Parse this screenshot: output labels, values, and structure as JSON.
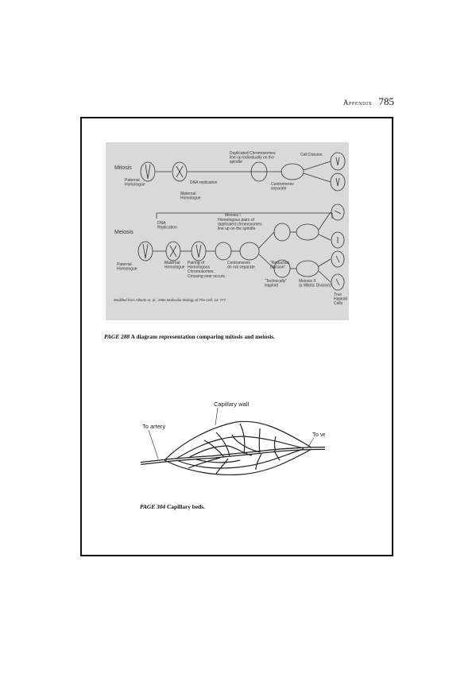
{
  "running_head": {
    "label": "Appendix",
    "page_number": "785"
  },
  "figure_mitosis_meiosis": {
    "mitosis_label": "Mitosis",
    "meiosis_label": "Meiosis",
    "meiosis_i_label": "Meiosis I",
    "mitosis_labels": {
      "paternal": "Paternal\nHomologue",
      "maternal": "Maternal\nHomologue",
      "dna_replication": "DNA replication",
      "duplicated_line_up": "Duplicated Chromosomes\nline up individually on the\nspindle",
      "centromeres_separate": "Centromeres\nseparate",
      "cell_division": "Cell Division"
    },
    "meiosis_labels": {
      "dna_replication": "DNA\nReplication",
      "homologous_pairs": "Homologous pairs of\nduplicated chromosomes\nline up on the spindle",
      "paternal": "Paternal\nHomologue",
      "maternal": "Maternal\nHomologue",
      "pairing": "Pairing of\nHomologous\nChromosomes\nCrossing over occurs",
      "centromeres_not": "Centromeres\ndo not separate",
      "reduction": "\"Reduction\nDivision\"",
      "technically_haploid": "\"Technically\"\nHaploid",
      "meiosis_ii": "Meiosis II\n(a Mitotic Division)",
      "true_haploid": "True\nHaploid\nCells"
    },
    "source_note": "Modified from Alberts et. al., 1983 Molecular Biology of The Cell, 14: 777"
  },
  "caption1": {
    "ref": "PAGE 288",
    "text": "A diagram representation comparing mitosis and meiosis."
  },
  "figure_capillary": {
    "label_wall": "Capillary wall",
    "label_artery": "To artery",
    "label_vein": "To vein"
  },
  "caption2": {
    "ref": "PAGE 304",
    "text": "Capillary beds."
  }
}
